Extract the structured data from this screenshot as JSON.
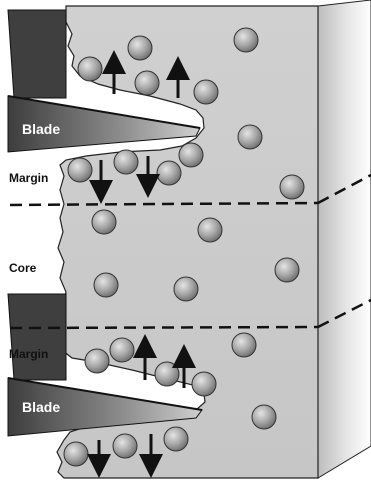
{
  "labels": {
    "blade_top": "Blade",
    "blade_bottom": "Blade",
    "margin_top": "Margin",
    "margin_bottom": "Margin",
    "core": "Core"
  },
  "colors": {
    "tissue": "#cfcfcf",
    "tissue_edge": "#222222",
    "blade_dark": "#444444",
    "blade_light": "#a8a8a8",
    "cell": "#9a9a9a",
    "arrow": "#111111"
  }
}
